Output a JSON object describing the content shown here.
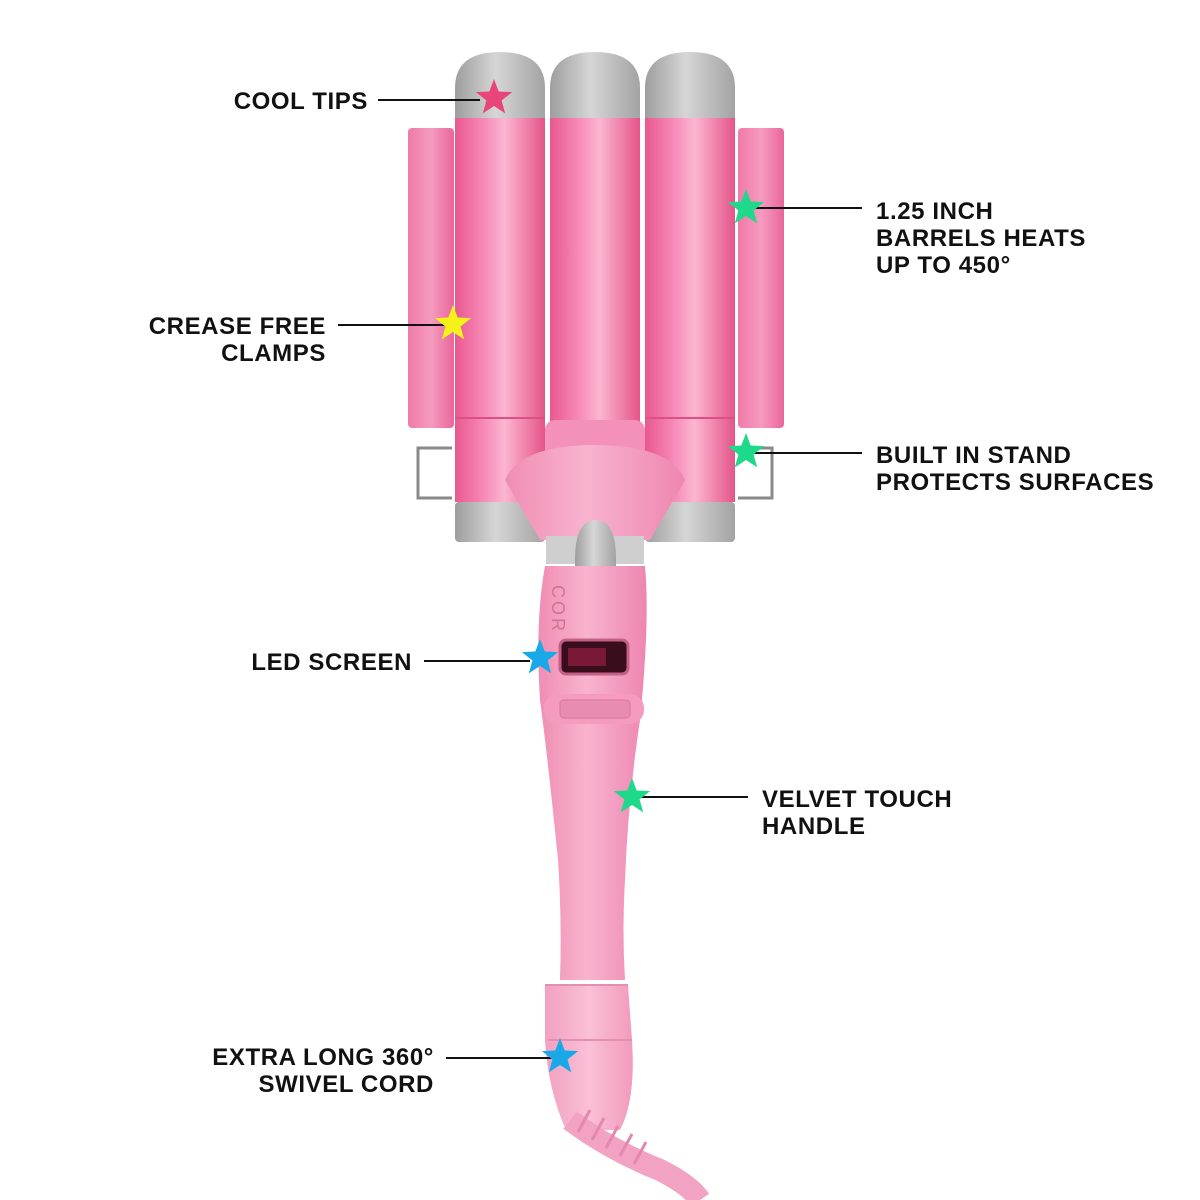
{
  "callouts": {
    "cool_tips": [
      "COOL TIPS"
    ],
    "barrels": [
      "1.25 INCH",
      "BARRELS HEATS",
      "UP TO 450°"
    ],
    "clamps": [
      "CREASE FREE",
      "CLAMPS"
    ],
    "stand": [
      "BUILT IN STAND",
      "PROTECTS SURFACES"
    ],
    "led": [
      "LED SCREEN"
    ],
    "handle": [
      "VELVET TOUCH",
      "HANDLE"
    ],
    "cord": [
      "EXTRA LONG 360°",
      "SWIVEL CORD"
    ]
  },
  "brand_vertical_text": "COR",
  "colors": {
    "barrel_pink": "#f27fae",
    "body_pink": "#f6a8c6",
    "cap_gray": "#bdbdbd",
    "star_red": "#e8457a",
    "star_green": "#1fd98a",
    "star_yellow": "#f4f219",
    "star_blue": "#1aa9e8",
    "text": "#111111"
  },
  "stars": {
    "cool_tips": "red",
    "barrels": "green",
    "clamps": "yellow",
    "stand": "green",
    "led": "blue",
    "handle": "green",
    "cord": "blue"
  }
}
